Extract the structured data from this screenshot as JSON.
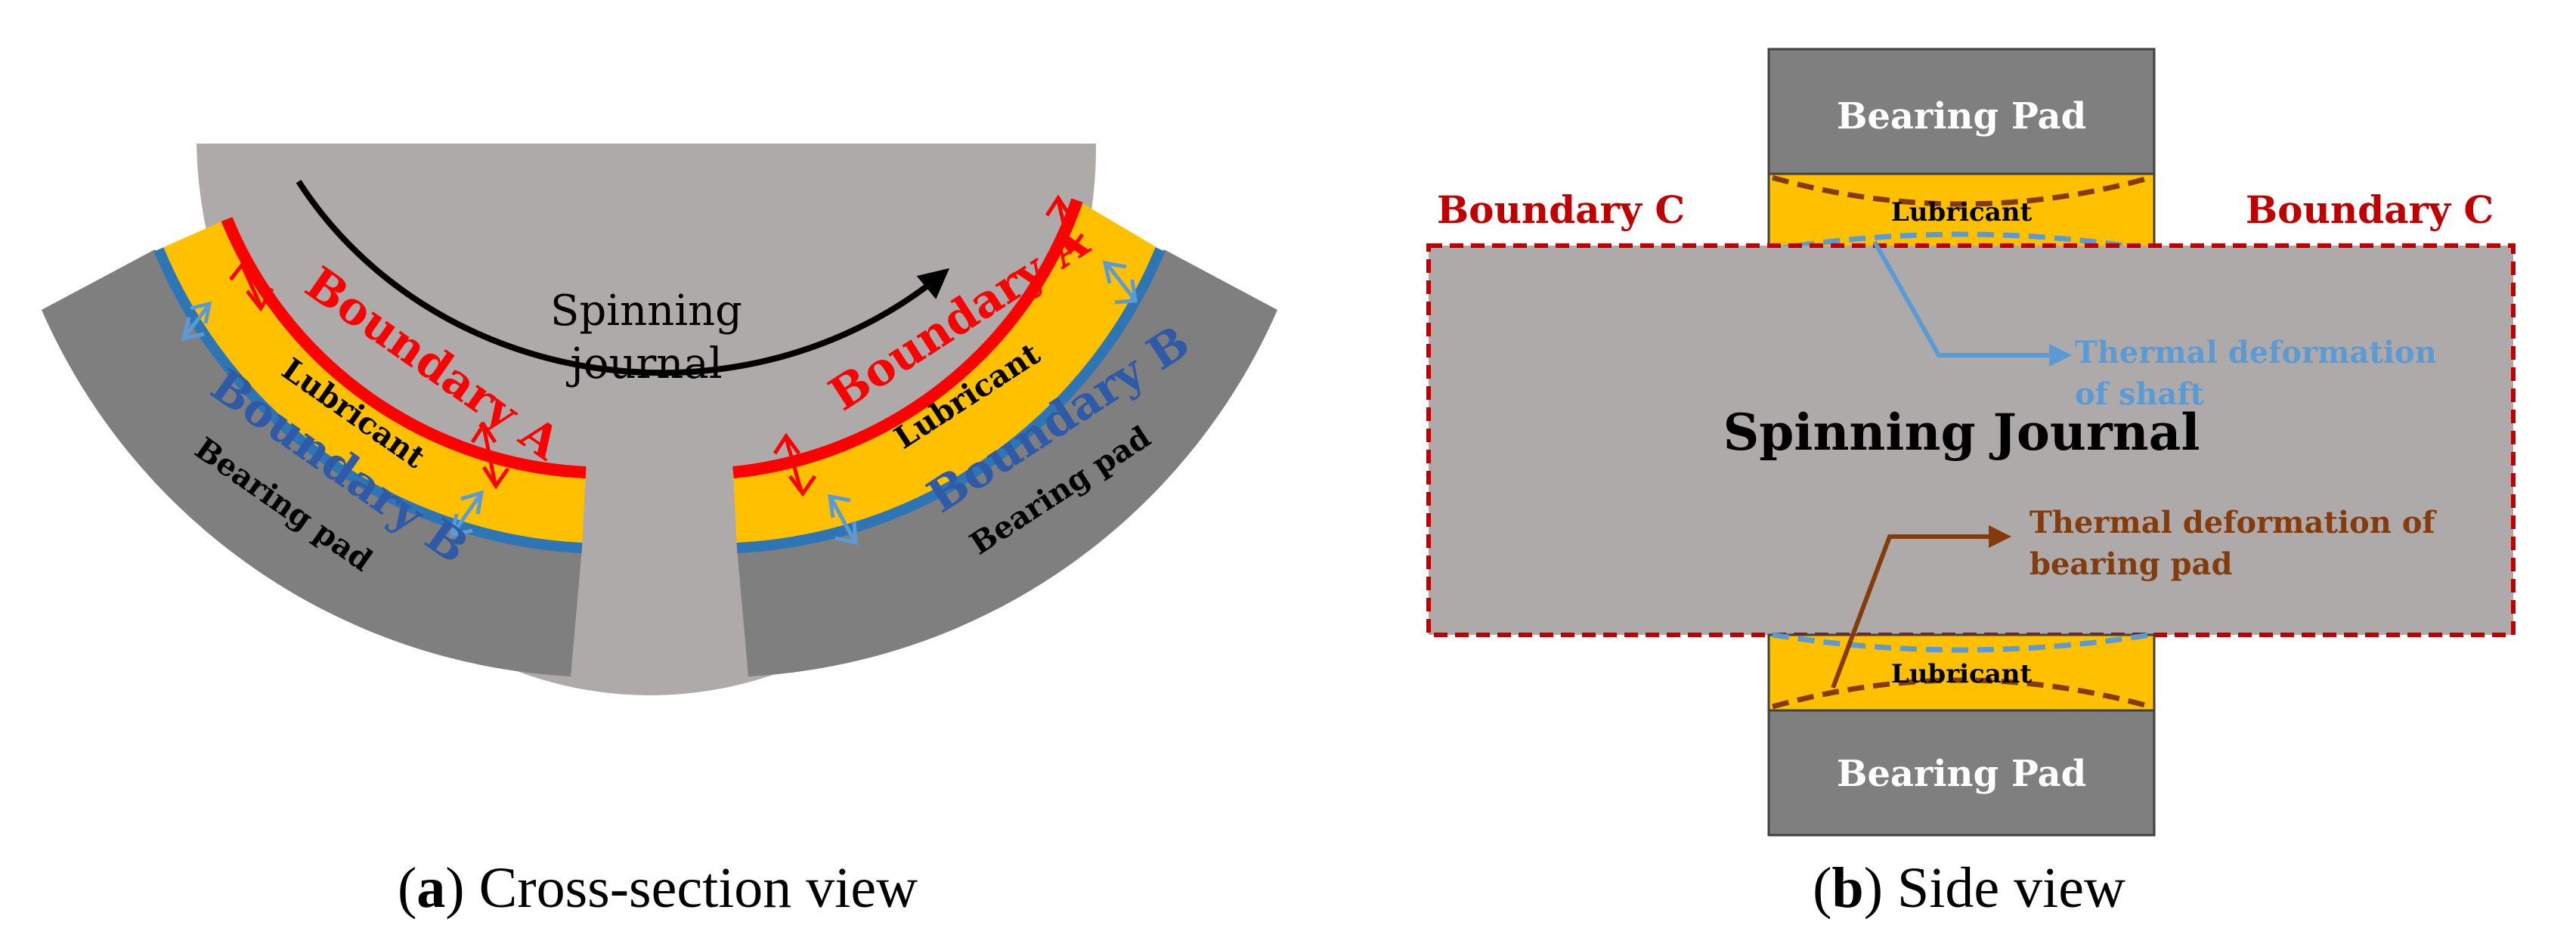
{
  "panel_a": {
    "caption_letter": "a",
    "caption_text": "Cross-section view",
    "journal_label_line1": "Spinning",
    "journal_label_line2": "journal",
    "boundary_a": "Boundary A",
    "boundary_b": "Boundary B",
    "lubricant": "Lubricant",
    "bearing_pad": "Bearing pad"
  },
  "panel_b": {
    "caption_letter": "b",
    "caption_text": "Side view",
    "bearing_pad_top": "Bearing Pad",
    "bearing_pad_bottom": "Bearing Pad",
    "lubricant_top": "Lubricant",
    "lubricant_bottom": "Lubricant",
    "boundary_c_left": "Boundary C",
    "boundary_c_right": "Boundary C",
    "journal_label": "Spinning Journal",
    "shaft_deformation_line1": "Thermal deformation",
    "shaft_deformation_line2": "of shaft",
    "pad_deformation_line1": "Thermal deformation of",
    "pad_deformation_line2": "bearing pad"
  },
  "colors": {
    "journal": "#AEAAAA",
    "bearing_pad": "#7F7F7F",
    "lubricant": "#FFC000",
    "boundary_a": "#FF0000",
    "boundary_b": "#2E75B6",
    "boundary_c": "#C00000",
    "shaft_deformation": "#5B9BD5",
    "pad_deformation": "#843C0C"
  }
}
